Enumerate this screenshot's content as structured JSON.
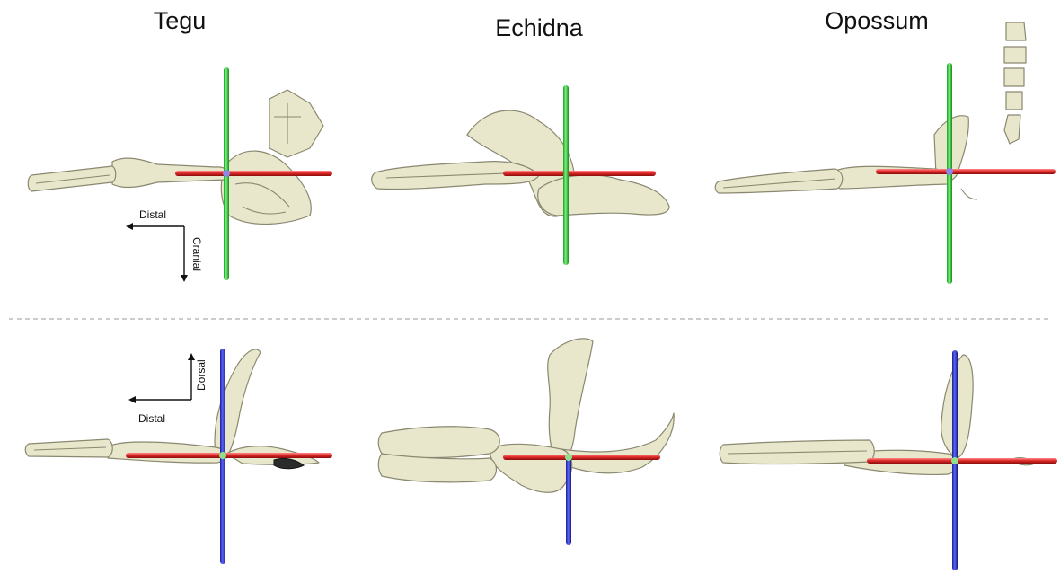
{
  "species": {
    "tegu": "Tegu",
    "echidna": "Echidna",
    "opossum": "Opossum"
  },
  "direction_labels": {
    "distal_top": "Distal",
    "cranial": "Cranial",
    "dorsal": "Dorsal",
    "distal_bottom": "Distal"
  },
  "colors": {
    "x_axis": "#e12a2a",
    "y_axis_top_view": "#22c42a",
    "z_axis_side_view": "#2a34c8",
    "bone": "#e8e6cb",
    "divider": "#999999"
  },
  "views": [
    "top view (distal / cranial)",
    "side view (distal / dorsal)"
  ]
}
